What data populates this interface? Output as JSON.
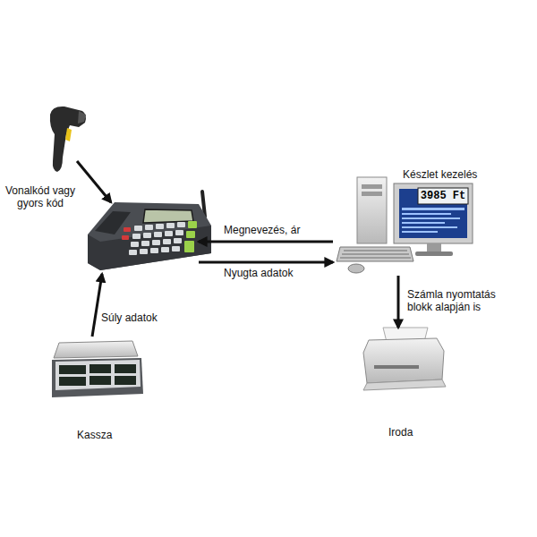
{
  "diagram": {
    "labels": [
      "Vonalkód vagy gyors kód",
      "Készlet kezelés",
      "3985 Ft",
      "Megnevezés, ár",
      "Nyugta adatok",
      "Számla nyomtatás blokk alapján is",
      "Súly adatok",
      "Kassza",
      "Iroda"
    ]
  }
}
